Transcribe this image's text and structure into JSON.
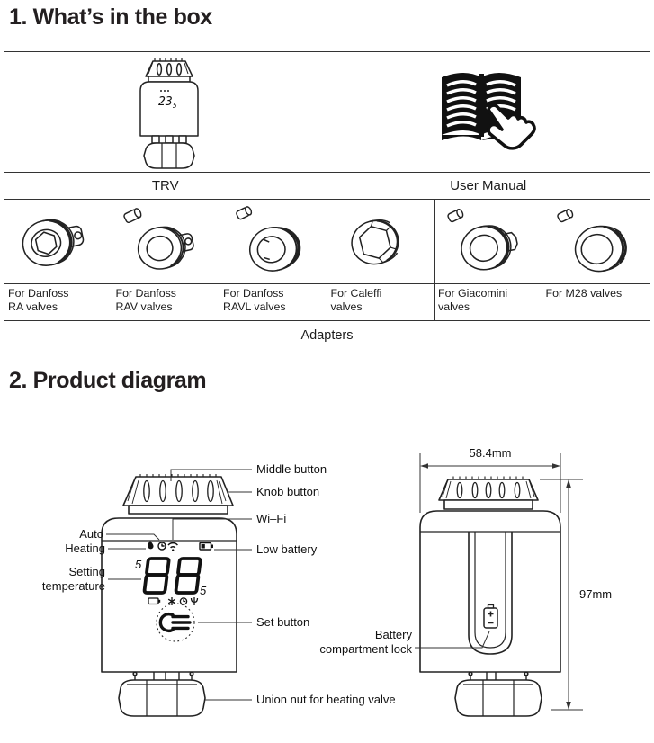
{
  "colors": {
    "ink": "#231f20",
    "line": "#222222",
    "border": "#333333"
  },
  "section1": {
    "heading": "1. What’s in the box"
  },
  "box_table": {
    "trv_label": "TRV",
    "manual_label": "User Manual",
    "trv_screen": "23",
    "trv_screen_sub": "5",
    "adapters": [
      {
        "line1": "For Danfoss",
        "line2": "RA valves"
      },
      {
        "line1": "For Danfoss",
        "line2": "RAV valves"
      },
      {
        "line1": "For Danfoss",
        "line2": "RAVL valves"
      },
      {
        "line1": "For Caleffi",
        "line2": "valves"
      },
      {
        "line1": "For Giacomini",
        "line2": "valves"
      },
      {
        "line1": "For M28 valves",
        "line2": ""
      }
    ],
    "caption": "Adapters"
  },
  "section2": {
    "heading": "2. Product diagram"
  },
  "diagram": {
    "callouts": {
      "middle_button": "Middle button",
      "knob_button": "Knob button",
      "wifi": "Wi–Fi",
      "auto": "Auto",
      "heating": "Heating",
      "setting_line1": "Setting",
      "setting_line2": "temperature",
      "low_battery": "Low battery",
      "set_button": "Set button",
      "union_nut": "Union nut for heating valve",
      "battery_lock_line1": "Battery",
      "battery_lock_line2": "compartment lock"
    },
    "dimensions": {
      "width": "58.4mm",
      "height": "97mm"
    },
    "display": {
      "left_mark": "5",
      "right_mark": "5"
    }
  }
}
